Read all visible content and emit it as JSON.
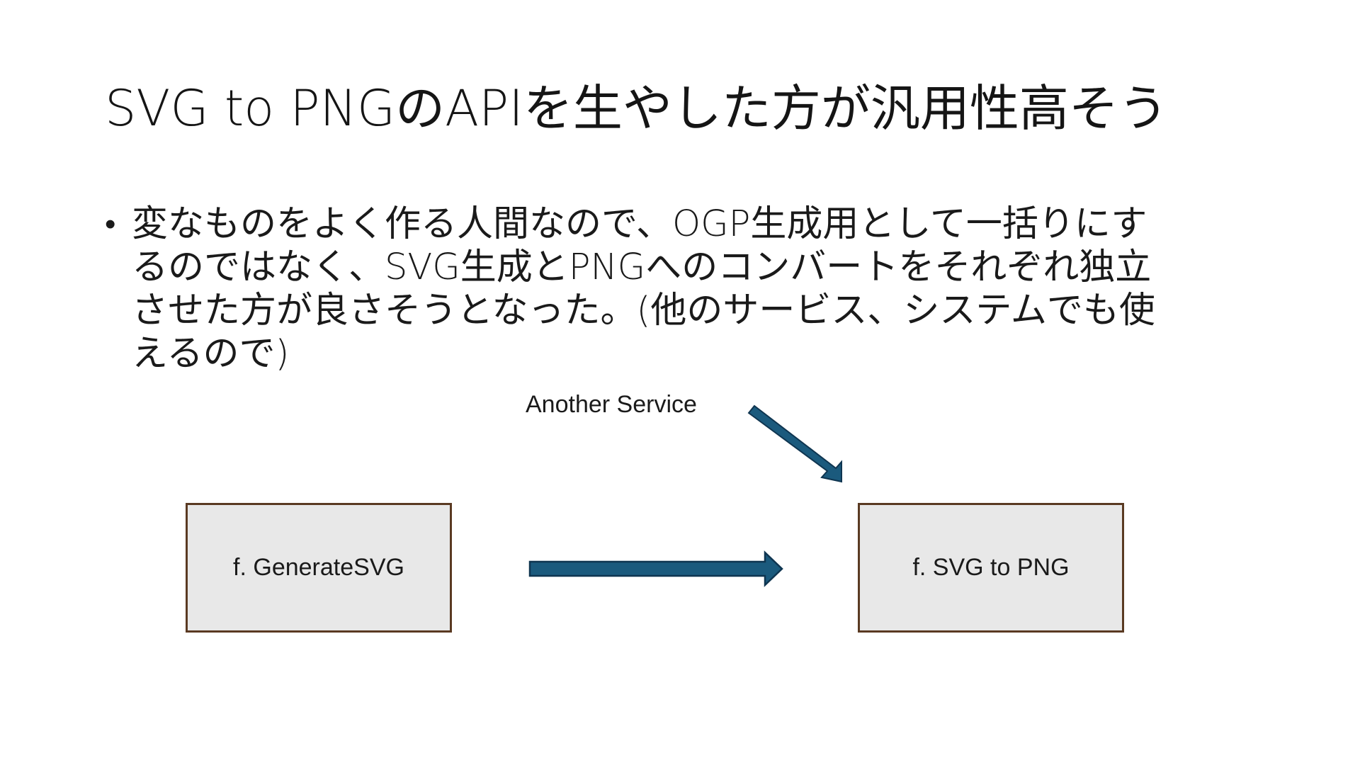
{
  "slide": {
    "title": "SVG to PNGのAPIを生やした方が汎用性高そう",
    "bullets": [
      {
        "marker": "•",
        "lines": [
          "変なものをよく作る人間なので、OGP生成用として一括りにす",
          "るのではなく、SVG生成とPNGへのコンバートをそれぞれ独立",
          "させた方が良さそうとなった。(他のサービス、システムでも使",
          "えるので)"
        ]
      }
    ]
  },
  "diagram": {
    "nodes": {
      "generate": "f. GenerateSVG",
      "convert": "f. SVG to PNG"
    },
    "external_label": "Another Service",
    "colors": {
      "arrow_fill": "#1b5a7d",
      "arrow_stroke": "#0f3550",
      "box_fill": "#e8e8e8",
      "box_border": "#5a3a22"
    }
  }
}
